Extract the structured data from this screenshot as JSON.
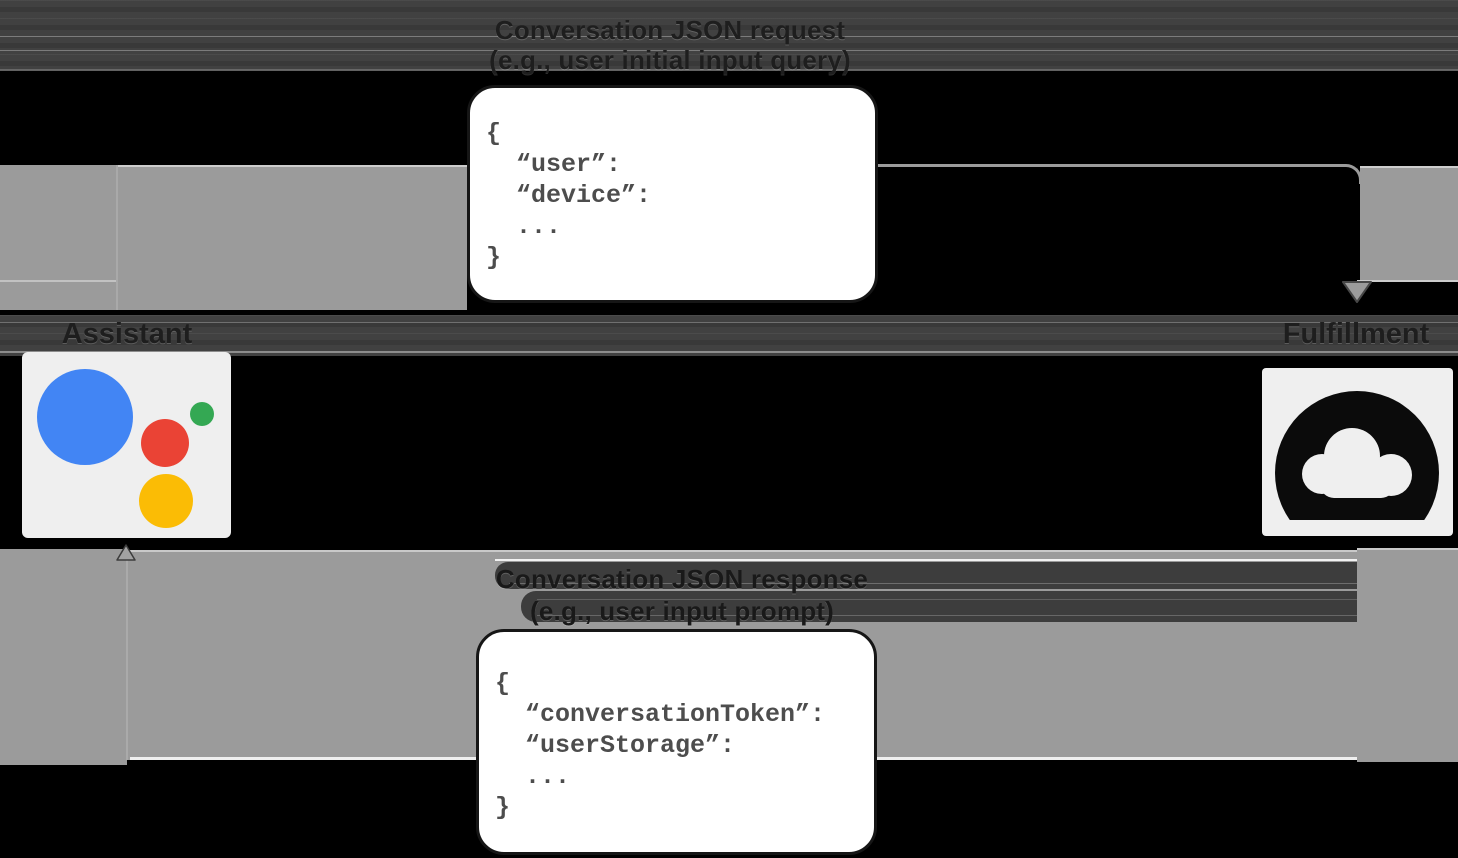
{
  "diagram": {
    "request_flow": {
      "label_line1": "Conversation JSON request",
      "label_line2": "(e.g., user initial input query)",
      "code": "{\n  “user”:\n  “device”:\n  ...\n}"
    },
    "response_flow": {
      "label_line1": "Conversation JSON response",
      "label_line2": "(e.g., user input prompt)",
      "code": "{\n  “conversationToken”:\n  “userStorage”:\n  ...\n}"
    },
    "endpoints": {
      "assistant": {
        "label": "Assistant"
      },
      "fulfillment": {
        "label": "Fulfillment"
      }
    },
    "colors": {
      "background": "#000000",
      "arrow_gray": "#9b9b9b",
      "band_dark": "#414141",
      "box_background": "#ffffff",
      "code_text": "#4d4d4d",
      "tile_background": "#efefef",
      "assistant_blue": "#4285f4",
      "assistant_red": "#ea4335",
      "assistant_green": "#34a853",
      "assistant_yellow": "#fbbc05",
      "cloud_icon": "#0b0b0b"
    }
  }
}
